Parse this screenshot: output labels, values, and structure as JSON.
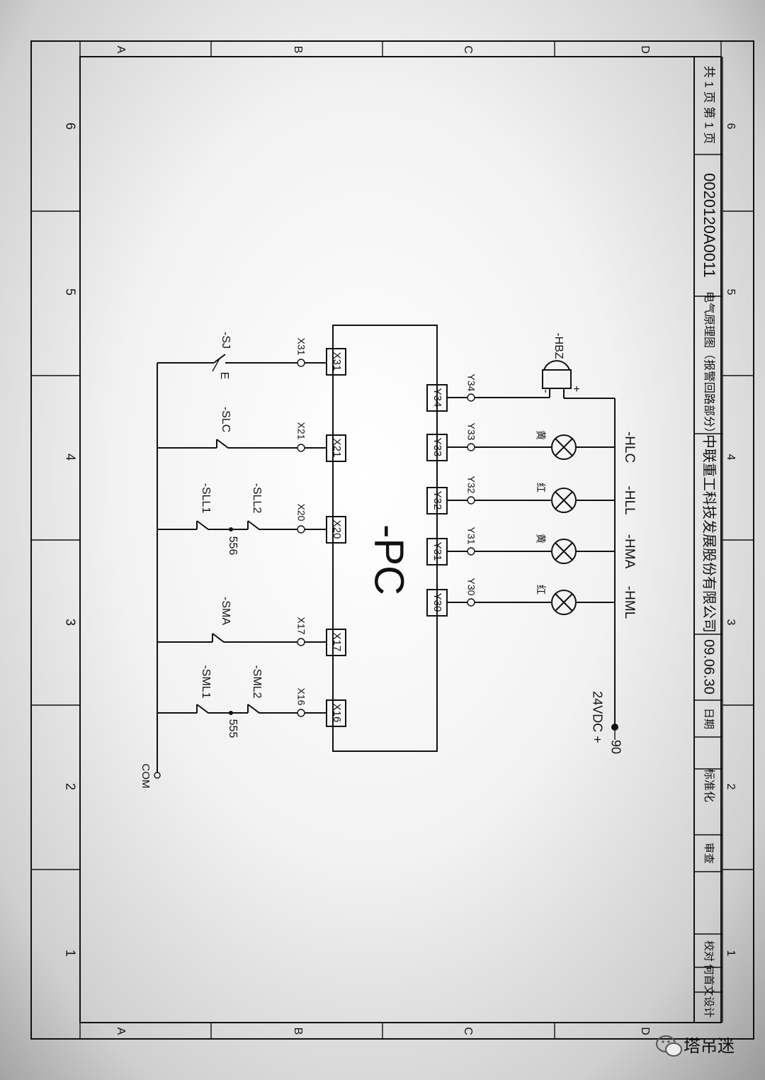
{
  "border": {
    "cols_top": [
      "A",
      "B",
      "C",
      "D"
    ],
    "cols_bottom": [
      "A",
      "B",
      "C",
      "D"
    ],
    "rows_left": [
      "6",
      "5",
      "4",
      "3",
      "2",
      "1"
    ],
    "rows_right": [
      "6",
      "5",
      "4",
      "3",
      "2",
      "1"
    ]
  },
  "title_block": {
    "page_count": "共 1 页  第 1 页",
    "drawing_no": "0020120A0011",
    "drawing_title": "电气原理图（报警回路部分）",
    "company": "中联重工科技发展股份有限公司",
    "date_value": "09.06.30",
    "date_label": "日期",
    "standardization_label": "标准化",
    "review_label": "审查",
    "proofread_label": "校对",
    "designer_name": "何首文",
    "design_label": "设计"
  },
  "schematic": {
    "plc_label": "-PC",
    "com_label": "COM",
    "power_label": "24VDC +",
    "power_wire": "90",
    "inputs": [
      "X16",
      "X17",
      "X20",
      "X21",
      "X31"
    ],
    "input_wires": [
      "X16",
      "X17",
      "X20",
      "X21",
      "X31"
    ],
    "outputs": [
      "Y30",
      "Y31",
      "Y32",
      "Y33",
      "Y34"
    ],
    "output_wires": [
      "Y30",
      "Y31",
      "Y32",
      "Y33",
      "Y34"
    ],
    "switches": {
      "sml1": "-SML1",
      "sml2": "-SML2",
      "wire_555": "555",
      "sma": "-SMA",
      "sll1": "-SLL1",
      "sll2": "-SLL2",
      "wire_556": "556",
      "slc": "-SLC",
      "sj": "-SJ",
      "sj_e": "E"
    },
    "lamps": [
      {
        "tag": "-HML",
        "color_word": "红"
      },
      {
        "tag": "-HMA",
        "color_word": "黄"
      },
      {
        "tag": "-HLL",
        "color_word": "红"
      },
      {
        "tag": "-HLC",
        "color_word": "黄"
      }
    ],
    "buzzer": {
      "tag": "-HBZ",
      "minus": "-",
      "plus": "+"
    }
  },
  "watermark": "塔吊迷"
}
